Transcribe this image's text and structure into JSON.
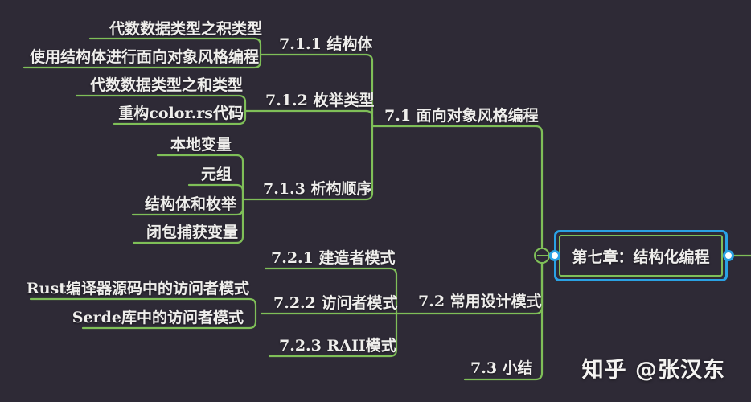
{
  "theme": {
    "background": "#2e2a36",
    "line_green": "#7fbf58",
    "accent_blue": "#2aa2e4",
    "text_color": "#efeeec",
    "dot_fill": "#ffffff"
  },
  "root": {
    "label": "第七章：结构化编程"
  },
  "watermark": {
    "text": "知乎 @张汉东"
  },
  "branches": [
    {
      "label": "7.1 面向对象风格编程",
      "children": [
        {
          "label": "7.1.1 结构体",
          "children": [
            {
              "label": "代数数据类型之积类型"
            },
            {
              "label": "使用结构体进行面向对象风格编程"
            }
          ]
        },
        {
          "label": "7.1.2 枚举类型",
          "children": [
            {
              "label": "代数数据类型之和类型"
            },
            {
              "label": "重构color.rs代码"
            }
          ]
        },
        {
          "label": "7.1.3 析构顺序",
          "children": [
            {
              "label": "本地变量"
            },
            {
              "label": "元组"
            },
            {
              "label": "结构体和枚举"
            },
            {
              "label": "闭包捕获变量"
            }
          ]
        }
      ]
    },
    {
      "label": "7.2 常用设计模式",
      "children": [
        {
          "label": "7.2.1 建造者模式",
          "children": []
        },
        {
          "label": "7.2.2 访问者模式",
          "children": [
            {
              "label": "Rust编译器源码中的访问者模式"
            },
            {
              "label": "Serde库中的访问者模式"
            }
          ]
        },
        {
          "label": "7.2.3 RAII模式",
          "children": []
        }
      ]
    },
    {
      "label": "7.3 小结",
      "children": []
    }
  ]
}
